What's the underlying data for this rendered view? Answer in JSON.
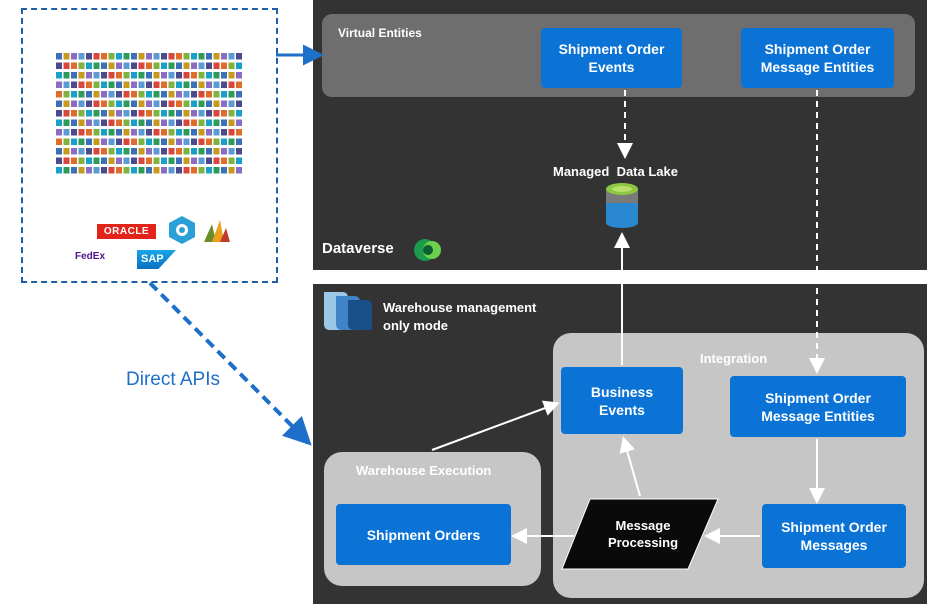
{
  "diagram": {
    "virtual_entities_label": "Virtual Entities",
    "dataverse_label": "Dataverse",
    "managed_data_lake_label": "Managed  Data Lake",
    "wms_label_line1": "Warehouse management",
    "wms_label_line2": "only mode",
    "integration_label": "Integration",
    "warehouse_execution_label": "Warehouse Execution",
    "direct_apis_label": "Direct APIs",
    "boxes": {
      "shipment_order_events": "Shipment Order Events",
      "shipment_order_message_entities_top": "Shipment Order Message Entities",
      "business_events": "Business Events",
      "shipment_order_message_entities_integration": "Shipment Order Message Entities",
      "shipment_order_messages": "Shipment Order Messages",
      "message_processing": "Message Processing",
      "shipment_orders": "Shipment Orders"
    },
    "logos": {
      "oracle": "ORACLE",
      "sap": "SAP",
      "fedex": "FedEx"
    },
    "colors": {
      "accent_blue": "#0b72d6",
      "dark_panel": "#333333",
      "dashed_blue": "#1f5fa6"
    },
    "icons": [
      "dataverse-logo-icon",
      "managed-data-lake-icon",
      "wms-logo-icon",
      "connectors-grid-icon",
      "oracle-logo-icon",
      "logic-apps-icon",
      "dynamics-logo-icon",
      "fedex-logo-icon",
      "sap-logo-icon"
    ]
  }
}
